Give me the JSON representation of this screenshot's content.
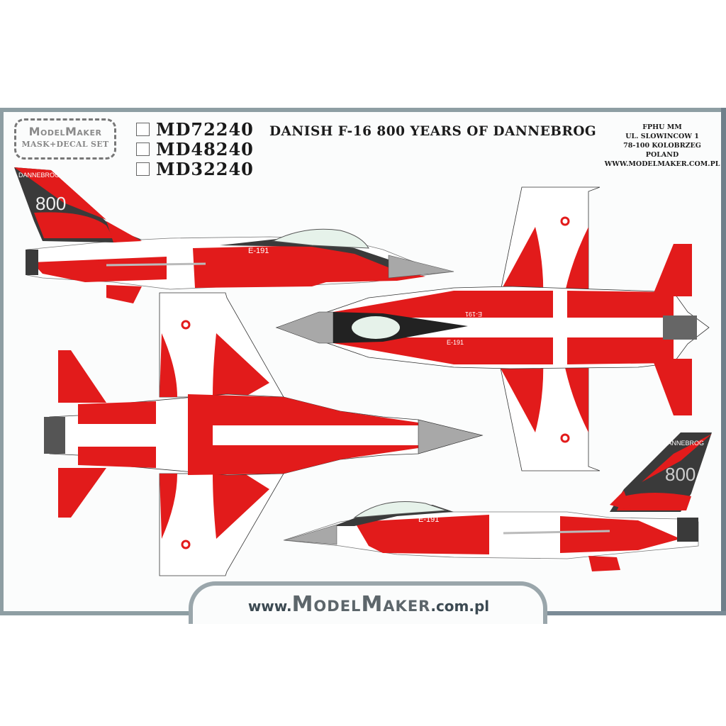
{
  "logo": {
    "brand": "ModelMaker",
    "subtitle": "MASK+DECAL SET"
  },
  "product_codes": [
    {
      "code": "MD72240",
      "checked": false
    },
    {
      "code": "MD48240",
      "checked": false
    },
    {
      "code": "MD32240",
      "checked": false
    }
  ],
  "title": "DANISH F-16 800 YEARS OF DANNEBROG",
  "address": {
    "line1": "FPHU MM",
    "line2": "UL. SLOWINCOW 1",
    "line3": "78-100 KOLOBRZEG",
    "line4": "POLAND",
    "line5": "WWW.MODELMAKER.COM.PL"
  },
  "aircraft": {
    "serial": "E-191",
    "tail_text": "DANNEBROG",
    "tail_number": "800",
    "views": [
      "left-profile",
      "top-view",
      "bottom-view",
      "right-profile"
    ]
  },
  "footer": {
    "prefix": "www.",
    "brand": "ModelMaker",
    "suffix": ".com.pl"
  },
  "colors": {
    "red": "#e21b1b",
    "dark_grey": "#3a3a3a",
    "light_grey": "#a8a8a8",
    "canopy": "#e6f2ea",
    "frame": "#8e9ea3"
  }
}
